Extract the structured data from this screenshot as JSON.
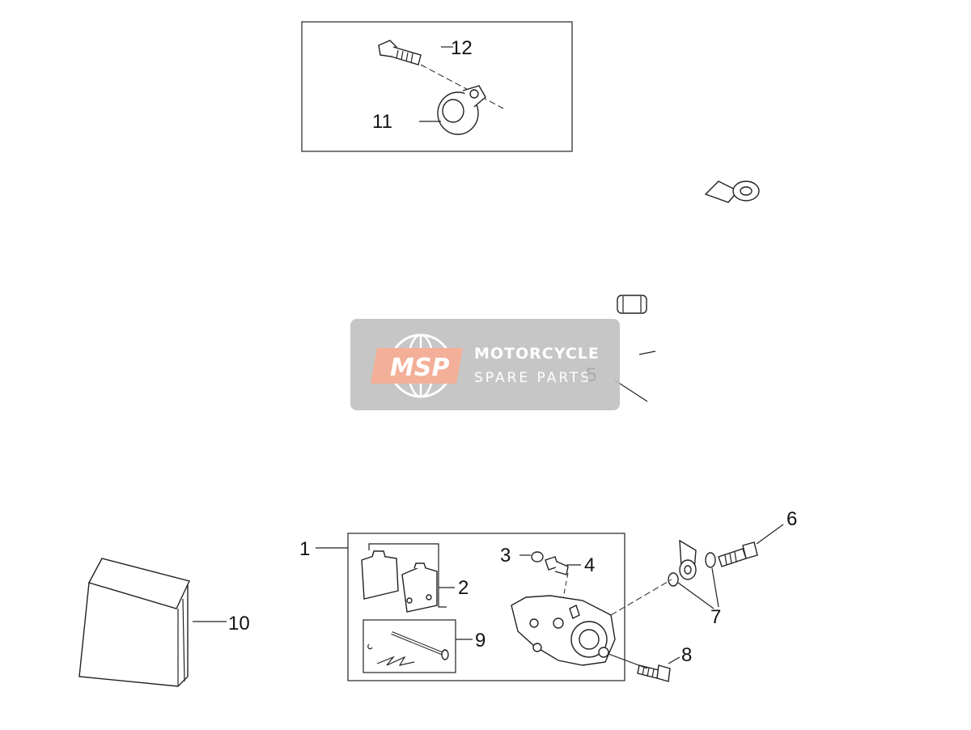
{
  "callouts": {
    "c1": "1",
    "c2": "2",
    "c3": "3",
    "c4": "4",
    "c5": "5",
    "c6": "6",
    "c7": "7",
    "c8": "8",
    "c9": "9",
    "c10": "10",
    "c11": "11",
    "c12": "12"
  },
  "watermark": {
    "logo_text": "MSP",
    "title": "MOTORCYCLE",
    "subtitle": "SPARE PARTS"
  },
  "colors": {
    "watermark_bg": "#bfbfbf",
    "logo_accent": "#f2a58a",
    "line": "#222222"
  }
}
